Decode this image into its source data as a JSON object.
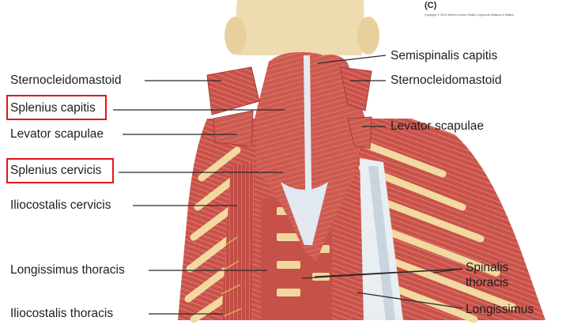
{
  "panel_tag": "(C)",
  "copyright": "Copyright © 2015 Wolters Kluwer Health | Lippincott Williams & Wilkins",
  "labels_left": {
    "sternocleidomastoid": "Sternocleidomastoid",
    "splenius_capitis": "Splenius capitis",
    "levator_scapulae": "Levator scapulae",
    "splenius_cervicis": "Splenius cervicis",
    "iliocostalis_cervicis": "Iliocostalis cervicis",
    "longissimus_thoracis": "Longissimus thoracis",
    "iliocostalis_thoracis": "Iliocostalis thoracis"
  },
  "labels_right": {
    "semispinalis_capitis": "Semispinalis capitis",
    "sternocleidomastoid": "Sternocleidomastoid",
    "levator_scapulae": "Levator scapulae",
    "spinalis_line1": "Spinalis",
    "spinalis_line2": "thoracis",
    "longissimus": "Longissimus"
  },
  "highlighted": [
    "Splenius capitis",
    "Splenius cervicis"
  ],
  "colors": {
    "highlight_box": "#e3151c",
    "muscle": "#c9544c",
    "muscle_light": "#e58479",
    "tendon": "#dfe6ee",
    "bone": "#f1d9a0",
    "leader_line": "#2a2a2a"
  }
}
